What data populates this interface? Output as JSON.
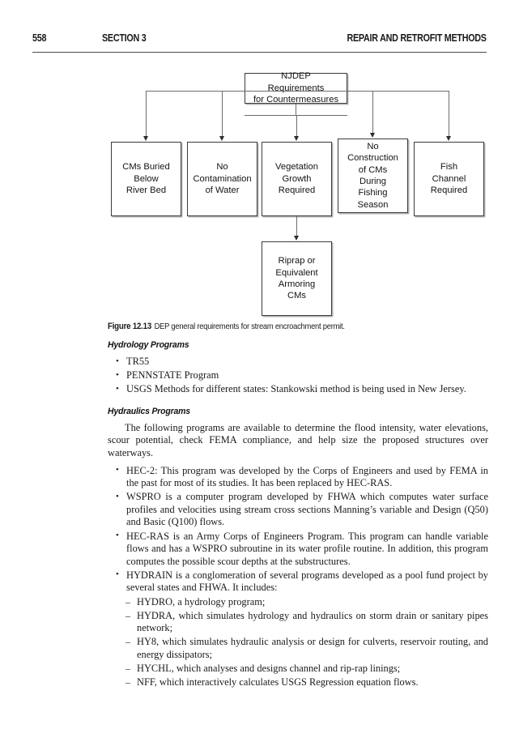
{
  "header": {
    "folio": "558",
    "section": "SECTION 3",
    "running_title": "REPAIR AND RETROFIT METHODS"
  },
  "flowchart": {
    "root": "NJDEP Requirements\nfor Countermeasures",
    "root_lines": [
      "NJDEP Requirements",
      "for Countermeasures"
    ],
    "branches": [
      {
        "id": "cms-buried",
        "lines": [
          "CMs Buried",
          "Below",
          "River Bed"
        ]
      },
      {
        "id": "no-contamination",
        "lines": [
          "No",
          "Contamination",
          "of Water"
        ]
      },
      {
        "id": "vegetation-growth",
        "lines": [
          "Vegetation",
          "Growth",
          "Required"
        ]
      },
      {
        "id": "no-construction",
        "lines": [
          "No",
          "Construction",
          "of CMs",
          "During",
          "Fishing",
          "Season"
        ]
      },
      {
        "id": "fish-channel",
        "lines": [
          "Fish",
          "Channel",
          "Required"
        ]
      }
    ],
    "leaf": {
      "id": "riprap",
      "lines": [
        "Riprap or",
        "Equivalent",
        "Armoring",
        "CMs"
      ]
    }
  },
  "figure_caption": {
    "number": "Figure 12.13",
    "text": "DEP general requirements for stream encroachment permit."
  },
  "sections": {
    "hydrology_heading": "Hydrology Programs",
    "hydrology_bullets": [
      "TR55",
      "PENNSTATE Program",
      "USGS Methods for different states: Stankowski method is being used in New Jersey."
    ],
    "hydraulics_heading": "Hydraulics Programs",
    "hydraulics_intro": "The following programs are available to determine the flood intensity, water elevations, scour potential, check FEMA compliance, and help size the proposed structures over waterways.",
    "hydraulics_bullets": [
      "HEC-2: This program was developed by the Corps of Engineers and used by FEMA in the past for most of its studies. It has been replaced by HEC-RAS.",
      "WSPRO is a computer program developed by FHWA which computes water surface profiles and velocities using stream cross sections Manning’s variable and Design (Q50) and Basic (Q100) flows.",
      "HEC-RAS is an Army Corps of Engineers Program. This program can handle variable flows and has a WSPRO subroutine in its water profile routine. In addition, this program computes the possible scour depths at the substructures.",
      "HYDRAIN is a conglomeration of several programs developed as a pool fund project by several states and FHWA. It includes:"
    ],
    "hydrain_subitems": [
      "HYDRO, a hydrology program;",
      "HYDRA, which simulates hydrology and hydraulics on storm drain or sanitary pipes network;",
      "HY8, which simulates hydraulic analysis or design for culverts, reservoir routing, and energy dissipators;",
      "HYCHL, which analyses and designs channel and rip-rap linings;",
      "NFF, which interactively calculates USGS Regression equation flows."
    ]
  },
  "colors": {
    "text": "#1a1a1a",
    "box_border": "#3b3b3b",
    "connector": "#6d6d6d",
    "rule": "#4a4a4a",
    "page_background": "#ffffff"
  }
}
